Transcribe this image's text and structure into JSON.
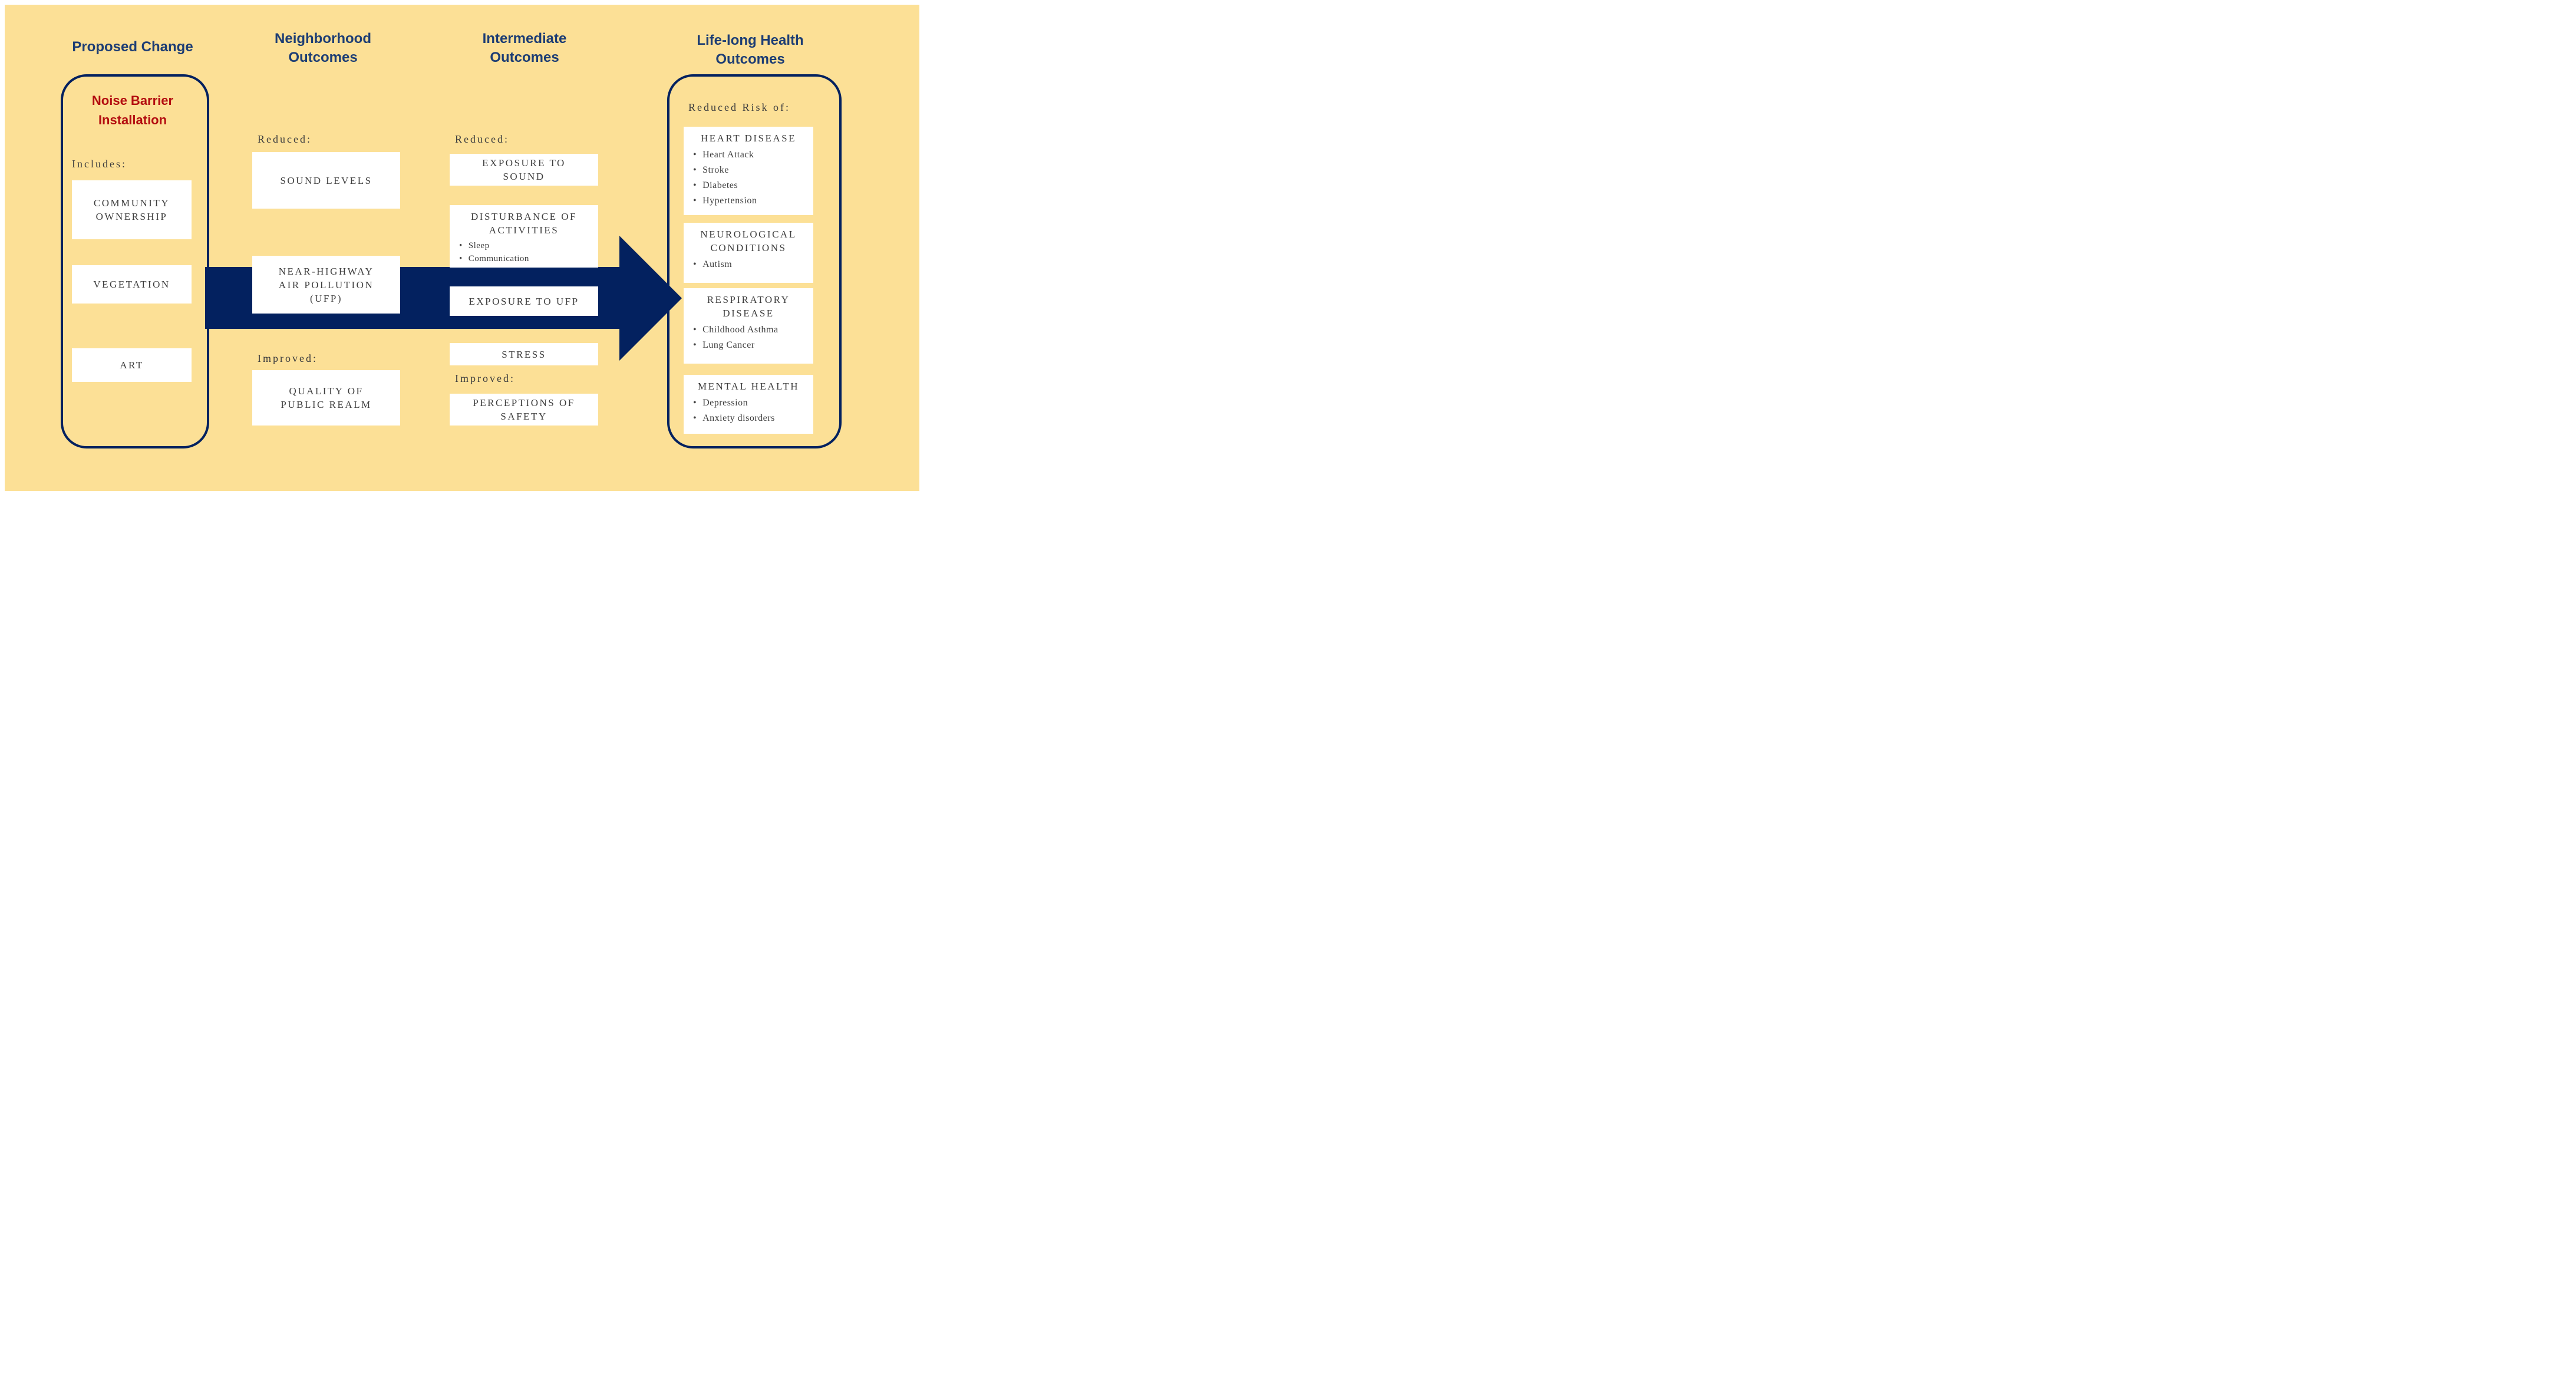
{
  "colors": {
    "canvas_yellow": "#FCE096",
    "navy": "#03215F",
    "header_navy": "#1D3D74",
    "accent_red": "#B30D10",
    "box_text_gray": "#3E3E3E",
    "box_white": "#FFFFFF"
  },
  "headers": {
    "proposed": "Proposed Change",
    "neighborhood": "Neighborhood\nOutcomes",
    "intermediate": "Intermediate\nOutcomes",
    "lifelong": "Life-long Health\nOutcomes"
  },
  "proposed_change": {
    "title": "Noise Barrier\nInstallation",
    "includes_label": "Includes:",
    "items": [
      "COMMUNITY\nOWNERSHIP",
      "VEGETATION",
      "ART"
    ]
  },
  "neighborhood_outcomes": {
    "reduced_label": "Reduced:",
    "sound_levels": "SOUND LEVELS",
    "near_highway": "NEAR-HIGHWAY\nAIR POLLUTION\n(UFP)",
    "improved_label": "Improved:",
    "quality_public_realm": "QUALITY OF\nPUBLIC REALM"
  },
  "intermediate_outcomes": {
    "reduced_label": "Reduced:",
    "exposure_sound": "EXPOSURE TO\nSOUND",
    "disturbance": {
      "title": "DISTURBANCE OF\nACTIVITIES",
      "bullets": [
        "Sleep",
        "Communication"
      ]
    },
    "exposure_ufp": "EXPOSURE TO UFP",
    "stress": "STRESS",
    "improved_label": "Improved:",
    "perceptions_safety": "PERCEPTIONS OF\nSAFETY"
  },
  "lifelong_outcomes": {
    "reduced_risk_label": "Reduced Risk of:",
    "heart": {
      "title": "HEART DISEASE",
      "bullets": [
        "Heart Attack",
        "Stroke",
        "Diabetes",
        "Hypertension"
      ]
    },
    "neurological": {
      "title": "NEUROLOGICAL\nCONDITIONS",
      "bullets": [
        "Autism"
      ]
    },
    "respiratory": {
      "title": "RESPIRATORY\nDISEASE",
      "bullets": [
        "Childhood Asthma",
        "Lung Cancer"
      ]
    },
    "mental": {
      "title": "MENTAL HEALTH",
      "bullets": [
        "Depression",
        "Anxiety disorders"
      ]
    }
  }
}
